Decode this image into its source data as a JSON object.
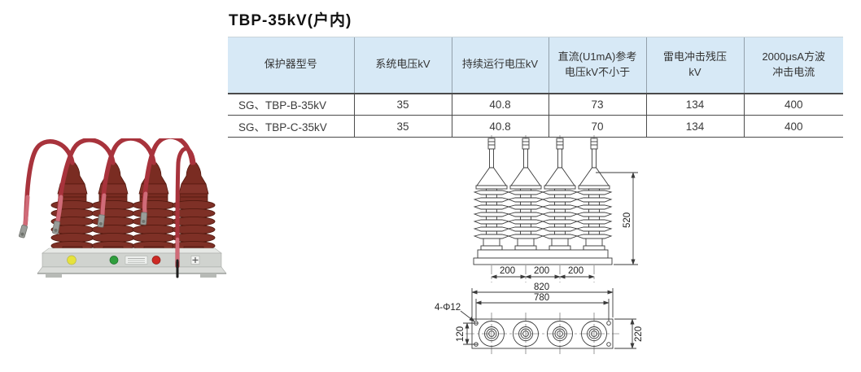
{
  "title": "TBP-35kV(户内)",
  "table": {
    "headers": [
      "保护器型号",
      "系统电压kV",
      "持续运行电压kV",
      "直流(U1mA)参考\n电压kV不小于",
      "雷电冲击残压\nkV",
      "2000μsA方波\n冲击电流"
    ],
    "rows": [
      [
        "SG、TBP-B-35kV",
        "35",
        "40.8",
        "73",
        "134",
        "400"
      ],
      [
        "SG、TBP-C-35kV",
        "35",
        "40.8",
        "70",
        "134",
        "400"
      ]
    ]
  },
  "drawing": {
    "front_view": {
      "height": "520",
      "spacings": [
        "200",
        "200",
        "200"
      ]
    },
    "plan_view": {
      "outer_width": "820",
      "hole_span_width": "780",
      "hole_callout": "4-Φ12",
      "hole_row_spacing": "120",
      "outer_depth": "220"
    }
  },
  "photo": {
    "phase_dots": [
      {
        "name": "phase-a-yellow",
        "color": "#e6e23c"
      },
      {
        "name": "phase-b-green",
        "color": "#2f9e3d"
      },
      {
        "name": "phase-c-red",
        "color": "#cd2a24"
      }
    ],
    "cable_color": "#a8333c",
    "insulator_color": "#7a2c22",
    "base_color": "#d0d3cf"
  },
  "colors": {
    "table_header_bg": "#d7e9f6",
    "table_border": "#4a4a4a",
    "drawing_line": "#3a3a3a"
  }
}
